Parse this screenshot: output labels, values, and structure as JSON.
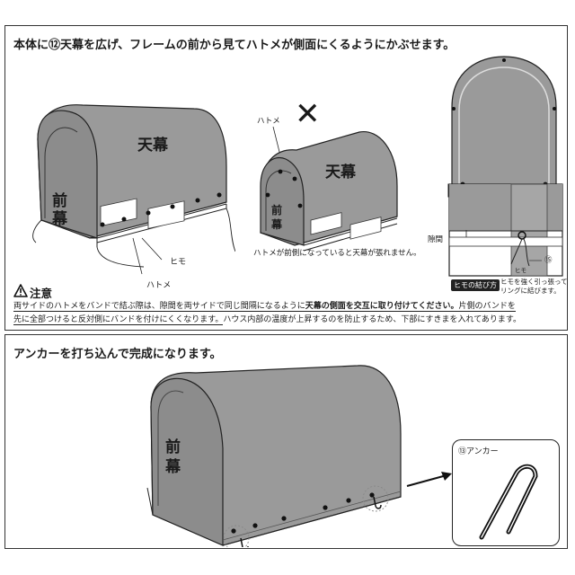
{
  "step1": {
    "heading": "本体に⑫天幕を広げ、フレームの前から見てハトメが側面にくるようにかぶせます。",
    "left_figure": {
      "roof_label": "天幕",
      "front_label_1": "前",
      "front_label_2": "幕",
      "himo_label": "ヒモ",
      "hatome_label": "ハトメ"
    },
    "middle_figure": {
      "cross_mark": "✕",
      "hatome_label": "ハトメ",
      "roof_label": "天幕",
      "front_label_1": "前",
      "front_label_2": "幕",
      "caption": "ハトメが前側になっていると天幕が張れません。"
    },
    "right_figure": {
      "gap_label": "隙間",
      "ring_label": "⑮",
      "himo_label": "ヒモ",
      "tie_method_tag": "ヒモの結び方",
      "tie_method_text_1": "ヒモを強く引っ張って",
      "tie_method_text_2": "リングに結びます。"
    },
    "caution": {
      "title": "注意",
      "line1_a": "両サイドのハトメをバンドで結ぶ際は、隙間を両サイドで同じ間隔になるように",
      "line1_b": "天幕の側面を交互に取り付けてください。",
      "line1_c": "片側のバンドを",
      "line2_a": "先に全部つけると反対側にバンドを付けにくくなります。",
      "line2_b": "ハウス内部の温度が上昇するのを防止するため、下部にすきまを入れてあります。"
    }
  },
  "step2": {
    "heading": "アンカーを打ち込んで完成になります。",
    "front_label_1": "前",
    "front_label_2": "幕",
    "anchor_label": "⑬アンカー"
  }
}
